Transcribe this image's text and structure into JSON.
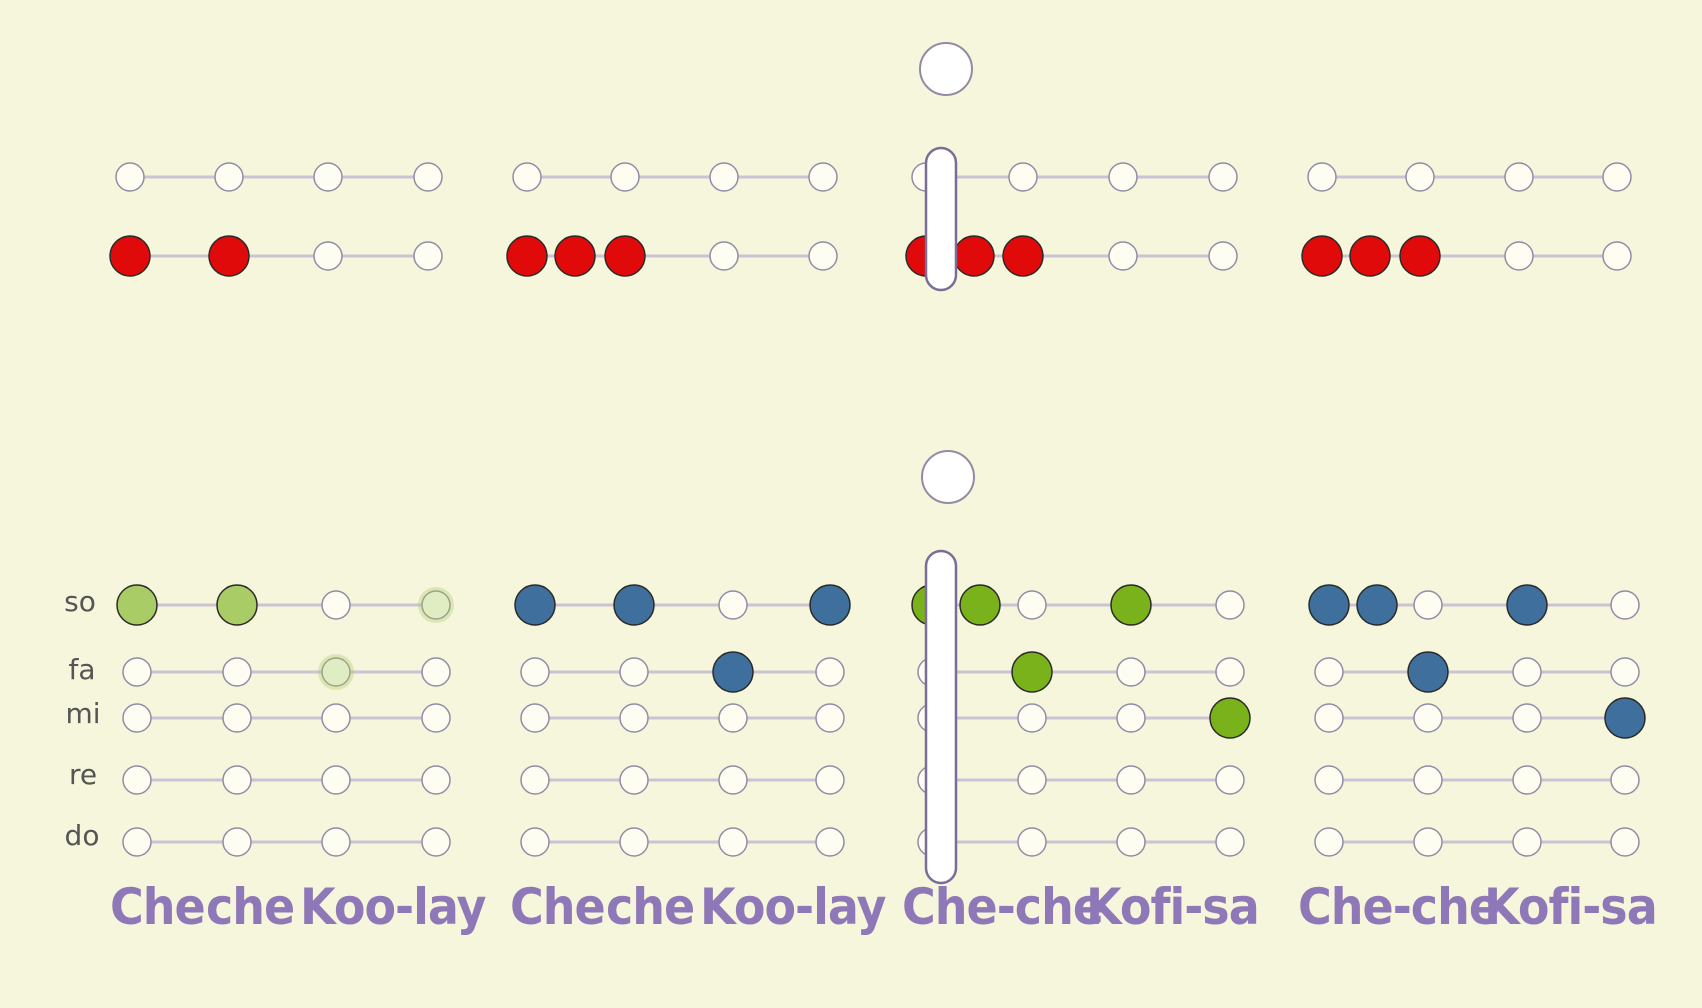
{
  "colors": {
    "background": "#f6f6dc",
    "line": "#cbc3d3",
    "empty_fill": "#fdfdf2",
    "empty_stroke": "#958aa5",
    "rhythm": "#e10a0a",
    "melody_green": "#79b21a",
    "melody_green_faded": "#a9cc66",
    "melody_blue": "#3f6f9c",
    "lyric": "#8f78b8",
    "label": "#555555"
  },
  "pitch_labels": [
    "so",
    "fa",
    "mi",
    "re",
    "do"
  ],
  "lyrics": [
    [
      "Che",
      "che",
      "Koo-lay"
    ],
    [
      "Che",
      "che",
      "Koo-lay"
    ],
    [
      "Che-che",
      "Kofi-sa"
    ],
    [
      "Che-che",
      "Kofi-sa"
    ]
  ],
  "rhythm_grid": {
    "measures": [
      {
        "beats": [
          {
            "beat": 1,
            "row": 2,
            "subdivisions": 1
          },
          {
            "beat": 2,
            "row": 2,
            "subdivisions": 1
          }
        ]
      },
      {
        "beats": [
          {
            "beat": 1,
            "row": 2,
            "subdivisions": 2
          },
          {
            "beat": 2,
            "row": 2,
            "subdivisions": 1
          }
        ]
      },
      {
        "beats": [
          {
            "beat": 1,
            "row": 2,
            "subdivisions": 2
          },
          {
            "beat": 2,
            "row": 2,
            "subdivisions": 1
          }
        ]
      },
      {
        "beats": [
          {
            "beat": 1,
            "row": 2,
            "subdivisions": 2
          },
          {
            "beat": 2,
            "row": 2,
            "subdivisions": 1
          }
        ]
      }
    ]
  },
  "melody_grid": {
    "measures": [
      {
        "color": "green",
        "notes": [
          {
            "beat": 1,
            "pitch": "so",
            "subdivisions": 1
          },
          {
            "beat": 2,
            "pitch": "so",
            "subdivisions": 1
          }
        ],
        "ghost": [
          {
            "beat": 3,
            "pitch": "fa"
          },
          {
            "beat": 4,
            "pitch": "so"
          }
        ]
      },
      {
        "color": "blue",
        "notes": [
          {
            "beat": 1,
            "pitch": "so",
            "subdivisions": 1
          },
          {
            "beat": 2,
            "pitch": "so",
            "subdivisions": 1
          },
          {
            "beat": 3,
            "pitch": "fa",
            "subdivisions": 1
          },
          {
            "beat": 4,
            "pitch": "so",
            "subdivisions": 1
          }
        ]
      },
      {
        "color": "green",
        "notes": [
          {
            "beat": 1,
            "pitch": "so",
            "subdivisions": 2
          },
          {
            "beat": 2,
            "pitch": "fa",
            "subdivisions": 1
          },
          {
            "beat": 3,
            "pitch": "so",
            "subdivisions": 1
          },
          {
            "beat": 4,
            "pitch": "mi",
            "subdivisions": 1
          }
        ]
      },
      {
        "color": "blue",
        "notes": [
          {
            "beat": 1,
            "pitch": "so",
            "subdivisions": 2
          },
          {
            "beat": 2,
            "pitch": "fa",
            "subdivisions": 1
          },
          {
            "beat": 3,
            "pitch": "so",
            "subdivisions": 1
          },
          {
            "beat": 4,
            "pitch": "mi",
            "subdivisions": 1
          }
        ]
      }
    ]
  },
  "playhead": {
    "measure": 3,
    "position": 0.0
  }
}
